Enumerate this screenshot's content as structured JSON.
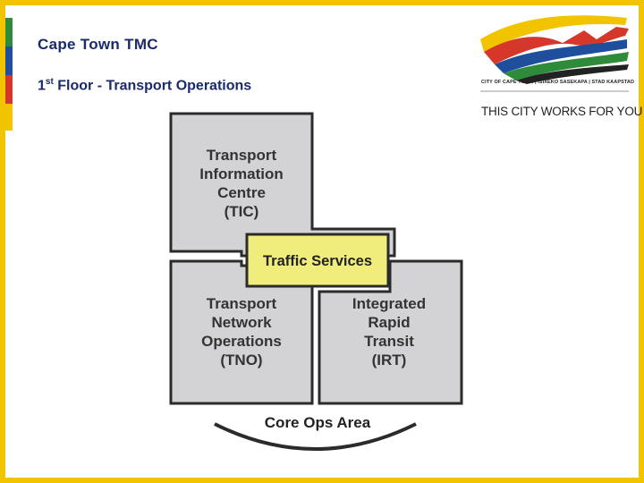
{
  "slide": {
    "title": "Cape Town TMC",
    "subtitle_prefix": "1",
    "subtitle_sup": "st",
    "subtitle_rest": " Floor - Transport Operations"
  },
  "logo": {
    "org_line": "CITY OF CAPE TOWN | ISIXEKO SASEKAPA | STAD KAAPSTAD",
    "tagline": "THIS CITY WORKS FOR YOU"
  },
  "floorplan": {
    "tic": [
      "Transport",
      "Information",
      "Centre",
      "(TIC)"
    ],
    "traffic": "Traffic Services",
    "tno": [
      "Transport",
      "Network",
      "Operations",
      "(TNO)"
    ],
    "irt": [
      "Integrated",
      "Rapid",
      "Transit",
      "(IRT)"
    ],
    "core": "Core Ops Area"
  },
  "colors": {
    "border": "#f2c400",
    "title": "#1a2a6c",
    "room_fill": "#d3d3d5",
    "room_stroke": "#2b2b2b",
    "traffic_fill": "#f0ed7c"
  }
}
